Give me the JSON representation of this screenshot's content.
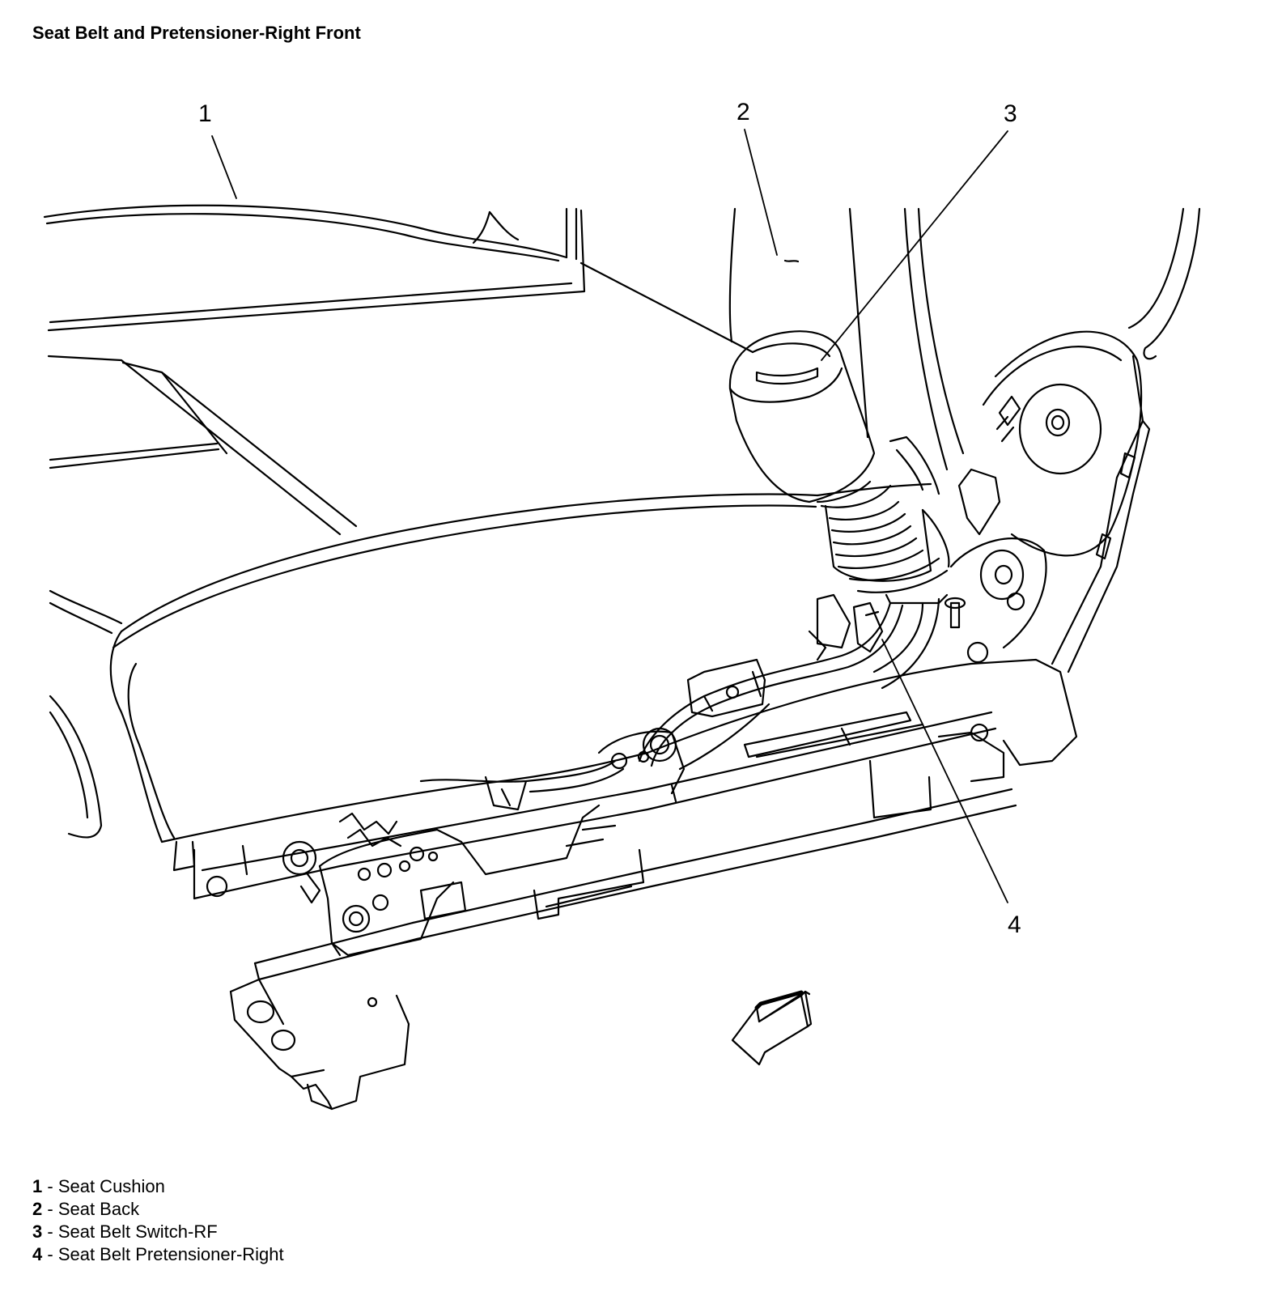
{
  "title": "Seat Belt and Pretensioner-Right Front",
  "callouts": [
    {
      "number": "1",
      "label": "Seat Cushion"
    },
    {
      "number": "2",
      "label": "Seat Back"
    },
    {
      "number": "3",
      "label": "Seat Belt Switch-RF"
    },
    {
      "number": "4",
      "label": "Seat Belt Pretensioner-Right"
    }
  ],
  "legend_separator": " - "
}
